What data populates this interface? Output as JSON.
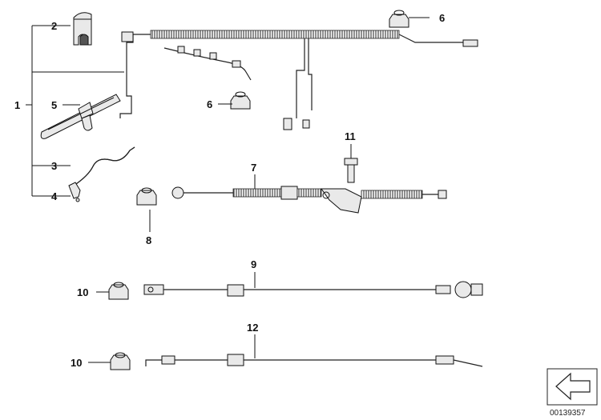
{
  "diagram": {
    "callouts": [
      "1",
      "2",
      "3",
      "4",
      "5",
      "6",
      "6",
      "7",
      "8",
      "9",
      "10",
      "10",
      "11",
      "12"
    ],
    "document_number": "00139357",
    "icons": {
      "nav_arrow": "left-arrow-icon"
    },
    "colors": {
      "line": "#111111",
      "part_fill": "#e9e9e9",
      "background": "#ffffff"
    }
  }
}
